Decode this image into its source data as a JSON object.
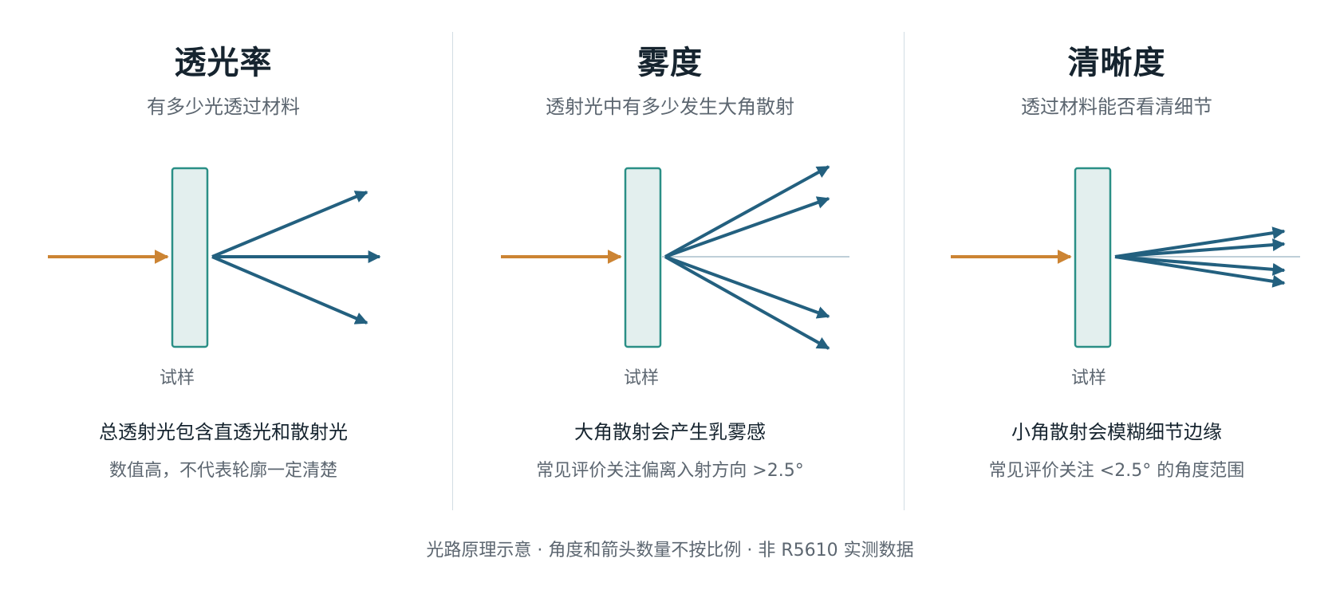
{
  "panels": [
    {
      "title": "透光率",
      "subtitle": "有多少光透过材料",
      "sample_label": "试样",
      "line1": "总透射光包含直透光和散射光",
      "line2": "数值高，不代表轮廓一定清楚"
    },
    {
      "title": "雾度",
      "subtitle": "透射光中有多少发生大角散射",
      "sample_label": "试样",
      "line1": "大角散射会产生乳雾感",
      "line2": "常见评价关注偏离入射方向 >2.5°"
    },
    {
      "title": "清晰度",
      "subtitle": "透过材料能否看清细节",
      "sample_label": "试样",
      "line1": "小角散射会模糊细节边缘",
      "line2": "常见评价关注 <2.5° 的角度范围"
    }
  ],
  "footer": "光路原理示意 · 角度和箭头数量不按比例 · 非 R5610 实测数据",
  "colors": {
    "incident_ray": "#cc8433",
    "scattered_ray": "#23607f",
    "axis_line": "#a9bfcc",
    "sample_fill": "#e3efee",
    "sample_stroke": "#2a8f86",
    "divider": "#d2dde3"
  }
}
